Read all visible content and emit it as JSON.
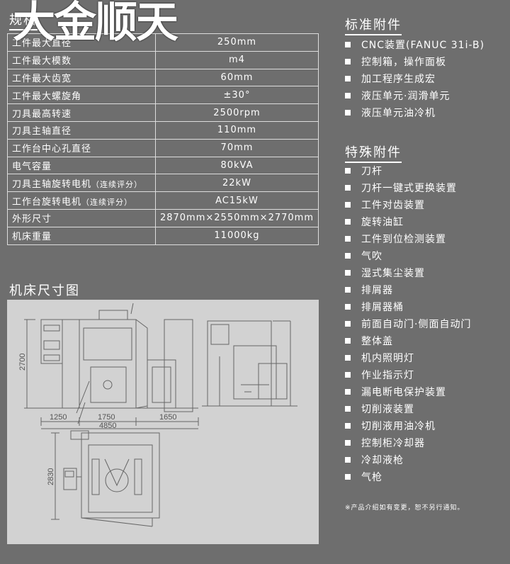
{
  "watermark": "大金顺天",
  "spec": {
    "title": "规格",
    "rows": [
      {
        "key": "工件最大直径",
        "value": "250mm"
      },
      {
        "key": "工件最大模数",
        "value": "m4"
      },
      {
        "key": "工件最大齿宽",
        "value": "60mm"
      },
      {
        "key": "工件最大螺旋角",
        "value": "±30°"
      },
      {
        "key": "刀具最高转速",
        "value": "2500rpm"
      },
      {
        "key": "刀具主轴直径",
        "value": "110mm"
      },
      {
        "key": "工作台中心孔直径",
        "value": "70mm"
      },
      {
        "key": "电气容量",
        "value": "80kVA"
      },
      {
        "key": "刀具主轴旋转电机",
        "note": "（连续评分）",
        "value": "22kW"
      },
      {
        "key": "工作台旋转电机",
        "note": "（连续评分）",
        "value": "AC15kW"
      },
      {
        "key": "外形尺寸",
        "value": "2870mm×2550mm×2770mm"
      },
      {
        "key": "机床重量",
        "value": "11000kg"
      }
    ]
  },
  "standard_accessories": {
    "title": "标准附件",
    "items": [
      "CNC装置(FANUC 31i-B)",
      "控制箱，操作面板",
      "加工程序生成宏",
      "液压单元·润滑单元",
      "液压单元油冷机"
    ]
  },
  "special_accessories": {
    "title": "特殊附件",
    "items": [
      "刀杆",
      "刀杆一键式更换装置",
      "工件对齿装置",
      "旋转油缸",
      "工件到位检测装置",
      "气吹",
      "湿式集尘装置",
      "排屑器",
      "排屑器桶",
      "前面自动门·侧面自动门",
      "整体盖",
      "机内照明灯",
      "作业指示灯",
      "漏电断电保护装置",
      "切削液装置",
      "切削液用油冷机",
      "控制柜冷却器",
      "冷却液枪",
      "气枪"
    ]
  },
  "drawing": {
    "title": "机床尺寸图",
    "dims": {
      "height_front": "2700",
      "left": "1250",
      "middle": "1750",
      "right": "1650",
      "total": "4850",
      "depth": "2830"
    }
  },
  "note": "※产品介绍如有变更，恕不另行通知。"
}
